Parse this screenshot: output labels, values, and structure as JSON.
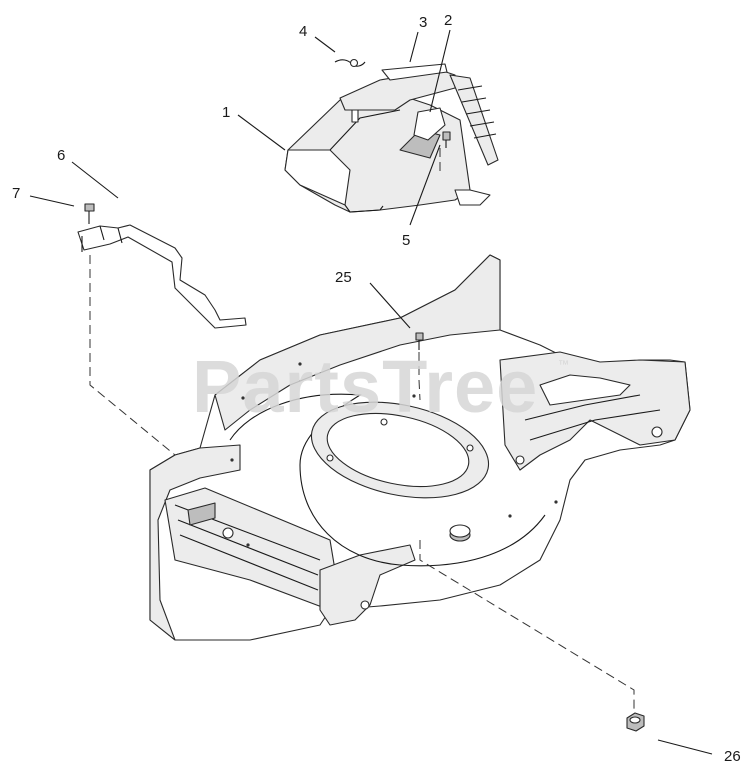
{
  "watermark": {
    "text": "PartsTree",
    "mark": "™"
  },
  "callouts": {
    "c1": "1",
    "c2": "2",
    "c3": "3",
    "c4": "4",
    "c5": "5",
    "c6": "6",
    "c7": "7",
    "c25": "25",
    "c26": "26"
  }
}
